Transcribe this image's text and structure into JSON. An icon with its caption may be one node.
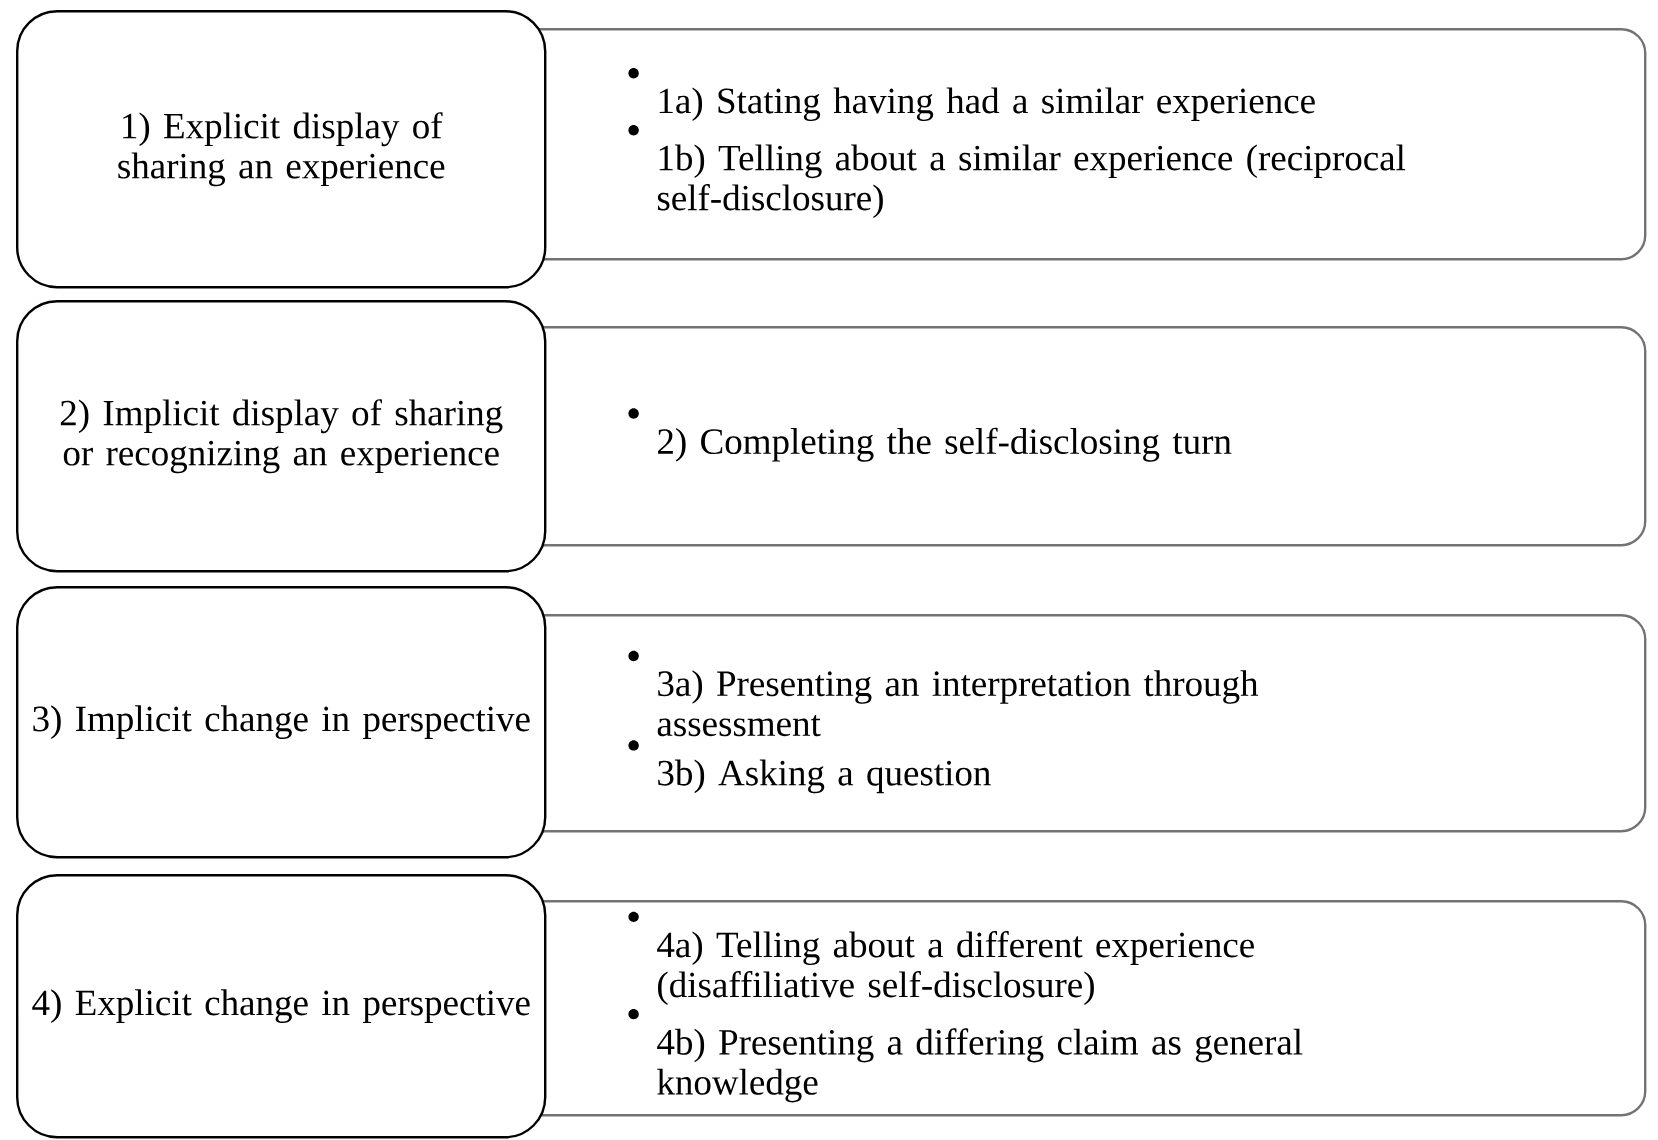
{
  "diagram": {
    "nodes": [
      {
        "text": [
          "1) Explicit display of sharing an experience"
        ]
      },
      {
        "text": [
          "1a) Stating having had a similar experience",
          "1b) Telling about a similar experience (reciprocal self-disclosure)"
        ]
      },
      {
        "text": [
          "2) Implicit display of sharing or recognizing an experience"
        ]
      },
      {
        "text": [
          "2) Completing the self-disclosing turn"
        ]
      },
      {
        "text": [
          "3) Implicit change in perspective"
        ]
      },
      {
        "text": [
          "3a) Presenting an interpretation through assessment",
          "3b) Asking a question"
        ]
      },
      {
        "text": [
          "4) Explicit change in perspective"
        ]
      },
      {
        "text": [
          "4a) Telling about a different experience (disaffiliative self-disclosure)",
          "4b) Presenting a differing claim as general knowledge"
        ]
      }
    ]
  }
}
